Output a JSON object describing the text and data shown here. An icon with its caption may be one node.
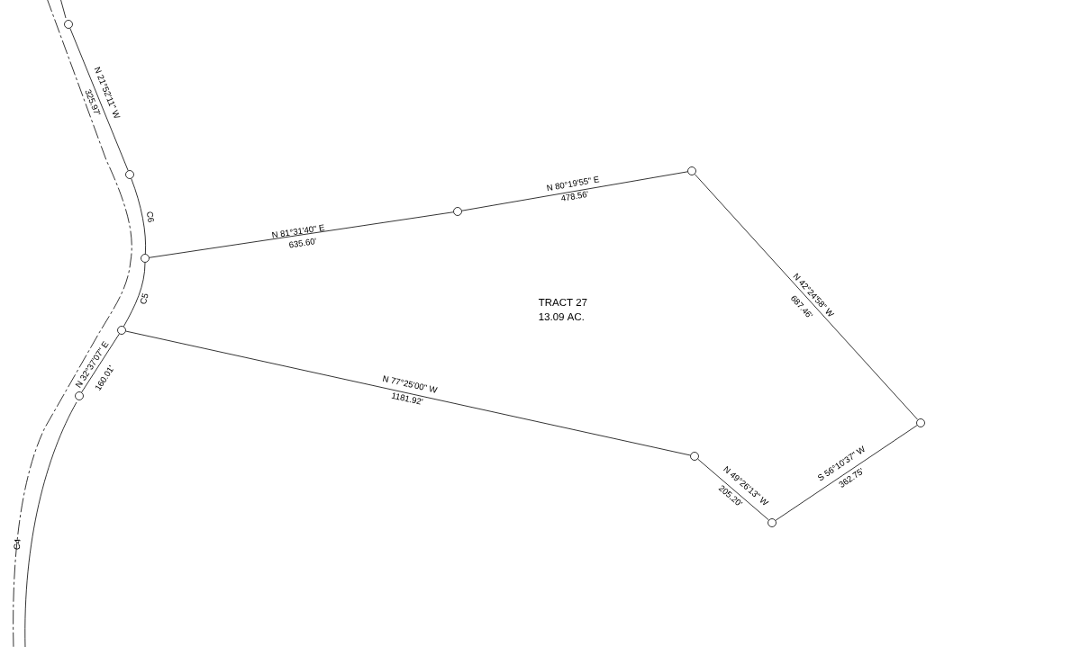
{
  "diagram": {
    "nodes": [
      {
        "text": [],
        "shape": "circle"
      },
      {
        "text": [],
        "shape": "circle"
      },
      {
        "text": [],
        "shape": "circle"
      },
      {
        "text": [],
        "shape": "circle"
      },
      {
        "text": [],
        "shape": "circle"
      },
      {
        "text": [],
        "shape": "circle"
      },
      {
        "text": [],
        "shape": "circle"
      },
      {
        "text": [],
        "shape": "circle"
      },
      {
        "text": [],
        "shape": "circle"
      },
      {
        "text": [],
        "shape": "circle"
      }
    ],
    "edges": [
      {
        "from": 0,
        "to": 1,
        "arrow": "none"
      },
      {
        "from": 1,
        "to": 2,
        "arrow": "none"
      },
      {
        "from": 2,
        "to": 3,
        "arrow": "none"
      },
      {
        "from": 3,
        "to": 4,
        "arrow": "none"
      },
      {
        "from": 2,
        "to": 5,
        "arrow": "none"
      },
      {
        "from": 5,
        "to": 6,
        "arrow": "none"
      },
      {
        "from": 6,
        "to": 7,
        "arrow": "none"
      },
      {
        "from": 7,
        "to": 8,
        "arrow": "none"
      },
      {
        "from": 8,
        "to": 9,
        "arrow": "none"
      },
      {
        "from": 9,
        "to": 3,
        "arrow": "none"
      }
    ],
    "labels": [
      "N 21°52'11\" W",
      "325.97'",
      "C6",
      "N 81°31'40\" E",
      "635.60'",
      "N 80°19'55\" E",
      "478.56'",
      "N 42°24'58\" W",
      "687.46'",
      "TRACT 27",
      "13.09 AC.",
      "C5",
      "N 32°37'07\" E",
      "160.01'",
      "N 77°25'00\" W",
      "1181.92'",
      "N 49°26'13\" W",
      "205.20'",
      "S 56°10'37\" W",
      "362.75'",
      "C4"
    ]
  }
}
